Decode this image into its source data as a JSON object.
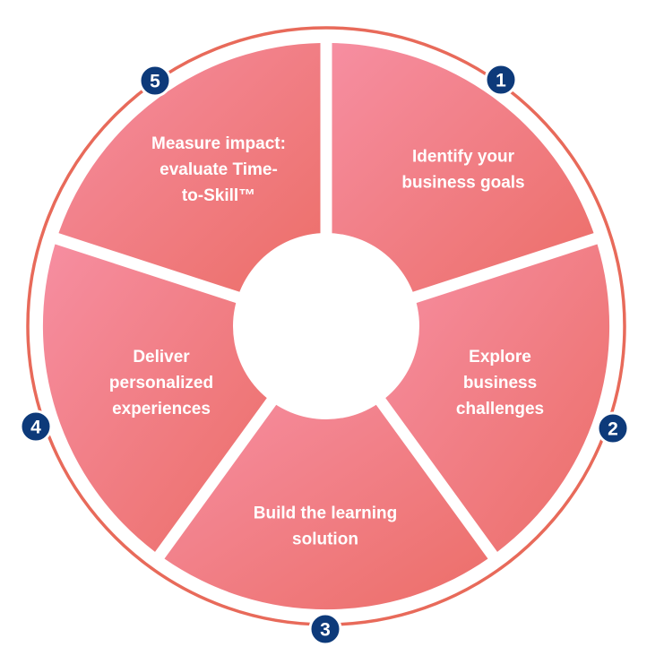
{
  "colors": {
    "ring": "#e86a5a",
    "segment_light": "#f68ea1",
    "segment_dark": "#ec6e68",
    "badge_fill": "#0d3a7a",
    "badge_stroke": "#ffffff",
    "text": "#ffffff"
  },
  "steps": [
    {
      "number": "1",
      "lines": [
        "Identify your",
        "business goals"
      ]
    },
    {
      "number": "2",
      "lines": [
        "Explore",
        "business",
        "challenges"
      ]
    },
    {
      "number": "3",
      "lines": [
        "Build the learning",
        "solution"
      ]
    },
    {
      "number": "4",
      "lines": [
        "Deliver",
        "personalized",
        "experiences"
      ]
    },
    {
      "number": "5",
      "lines": [
        "Measure impact:",
        "evaluate Time-",
        "to-Skill™"
      ]
    }
  ]
}
